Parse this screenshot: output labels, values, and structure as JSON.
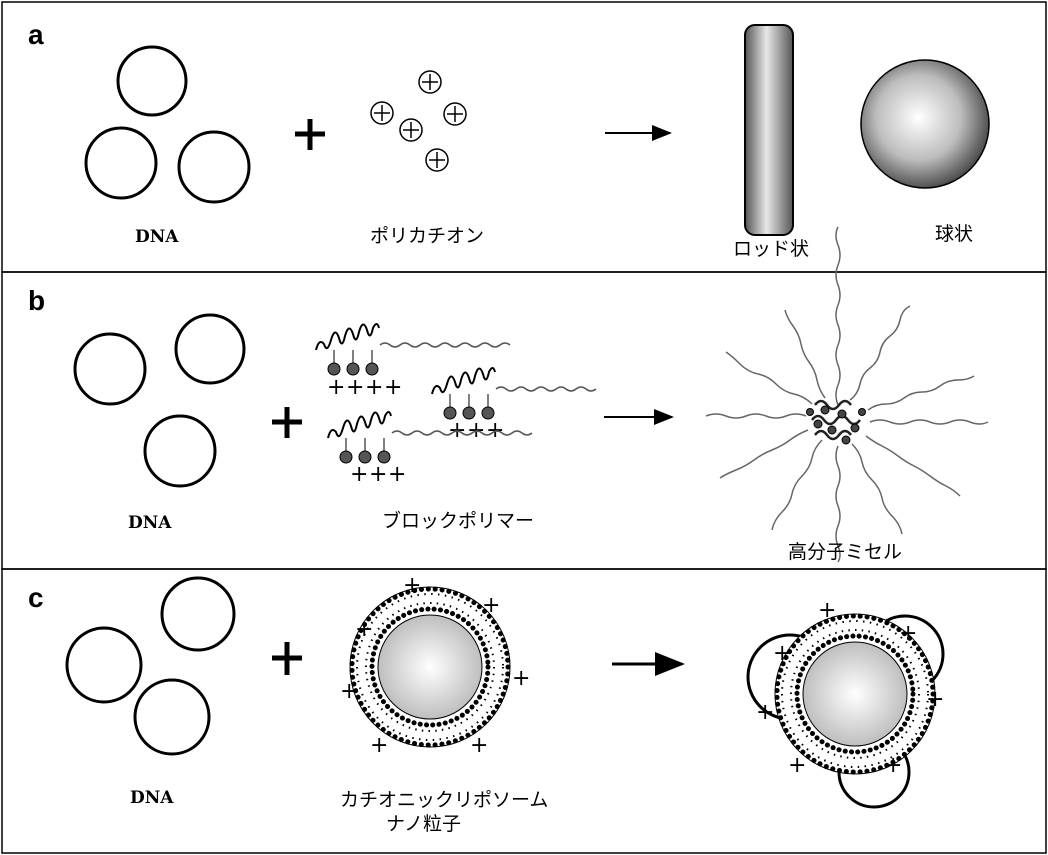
{
  "panels": [
    {
      "letter": "a",
      "dna_label": "DNA",
      "reagent_label": "ポリカチオン",
      "product_labels": [
        "ロッド状",
        "球状"
      ]
    },
    {
      "letter": "b",
      "dna_label": "DNA",
      "reagent_label": "ブロックポリマー",
      "product_labels": [
        "高分子ミセル"
      ]
    },
    {
      "letter": "c",
      "dna_label": "DNA",
      "reagent_label_lines": [
        "カチオニックリポソーム",
        "ナノ粒子"
      ],
      "product_labels": []
    }
  ],
  "charge_symbol": "+"
}
